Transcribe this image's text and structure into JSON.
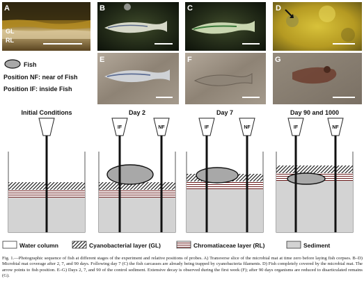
{
  "photo_panels": [
    {
      "letter": "A",
      "inner_labels": [
        "GL",
        "RL"
      ]
    },
    {
      "letter": "B"
    },
    {
      "letter": "C"
    },
    {
      "letter": "D"
    },
    {
      "letter": "E"
    },
    {
      "letter": "F"
    },
    {
      "letter": "G"
    }
  ],
  "legend_top": {
    "fish": "Fish",
    "nf": "Position NF: near of Fish",
    "if": "Position IF: inside Fish"
  },
  "diagrams": [
    {
      "title": "Initial Conditions"
    },
    {
      "title": "Day 2",
      "probe_if": "IF",
      "probe_nf": "NF"
    },
    {
      "title": "Day 7",
      "probe_if": "IF",
      "probe_nf": "NF"
    },
    {
      "title": "Day 90 and 1000",
      "probe_if": "IF",
      "probe_nf": "NF"
    }
  ],
  "legend_bottom": {
    "water": "Water column",
    "cyano": "Cyanobacterial layer (GL)",
    "chroma": "Chromatiaceae layer (RL)",
    "sediment": "Sediment"
  },
  "caption": "Fig. 1.—Photographic sequence of fish at different stages of the experiment and relative positions of probes. A) Transverse slice of the microbial mat at time zero before laying fish corpses. B–D) Microbial mat coverage after 2, 7, and 90 days. Following day 7 (C) the fish carcasses are already being trapped by cyanobacteria filaments. D) Fish completely covered by the microbial mat. The arrow points to fish position. E–G) Days 2, 7, and 90 of the control sediment. Extensive decay is observed during the first week (F); after 90 days organisms are reduced to disarticulated remains (G)."
}
